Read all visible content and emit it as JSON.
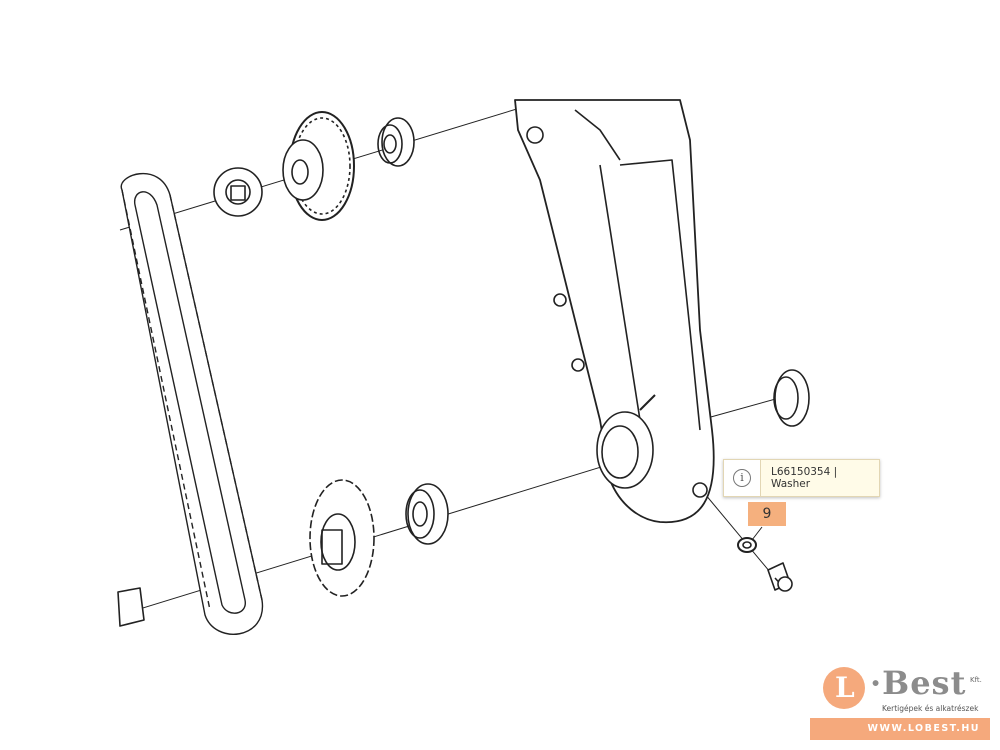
{
  "tooltip": {
    "part_text": "L66150354 | Washer",
    "icon": "info-icon"
  },
  "callout": {
    "number": "9"
  },
  "logo": {
    "letter": "L",
    "brand": "·Best",
    "suffix": "Kft.",
    "tagline": "Kertigépek és alkatrészek",
    "url": "WWW.LOBEST.HU"
  },
  "colors": {
    "accent": "#f5a97c",
    "line": "#222222"
  }
}
